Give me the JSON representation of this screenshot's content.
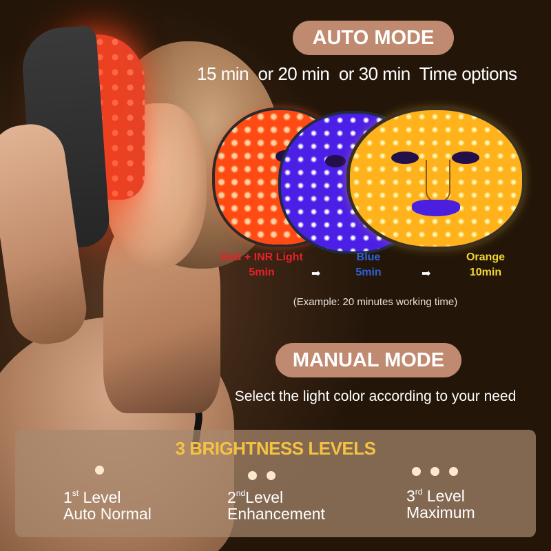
{
  "auto_mode": {
    "label": "AUTO MODE",
    "time_options": "15 min  or 20 min  or 30 min  Time options",
    "sequence": [
      {
        "color_name": "Red + INR Light",
        "duration": "5min",
        "text_color": "#e8202a"
      },
      {
        "color_name": "Blue",
        "duration": "5min",
        "text_color": "#2f62d8"
      },
      {
        "color_name": "Orange",
        "duration": "10min",
        "text_color": "#f3d634"
      }
    ],
    "arrow_icon": "➡",
    "example_note": "(Example: 20 minutes working time)"
  },
  "manual_mode": {
    "label": "MANUAL MODE",
    "description": "Select the light color according to your need"
  },
  "brightness": {
    "title": "3 BRIGHTNESS LEVELS",
    "levels": [
      {
        "num": "1",
        "suffix": "st",
        "word": "Level",
        "name": "Auto Normal",
        "dots": 1
      },
      {
        "num": "2",
        "suffix": "nd",
        "word": "Level",
        "name": "Enhancement",
        "dots": 2
      },
      {
        "num": "3",
        "suffix": "rd",
        "word": "Level",
        "name": "Maximum",
        "dots": 3
      }
    ]
  },
  "colors": {
    "background": "#231609",
    "pill": "#c08a70",
    "title_yellow": "#f5c242",
    "panel": "#a8886e"
  }
}
